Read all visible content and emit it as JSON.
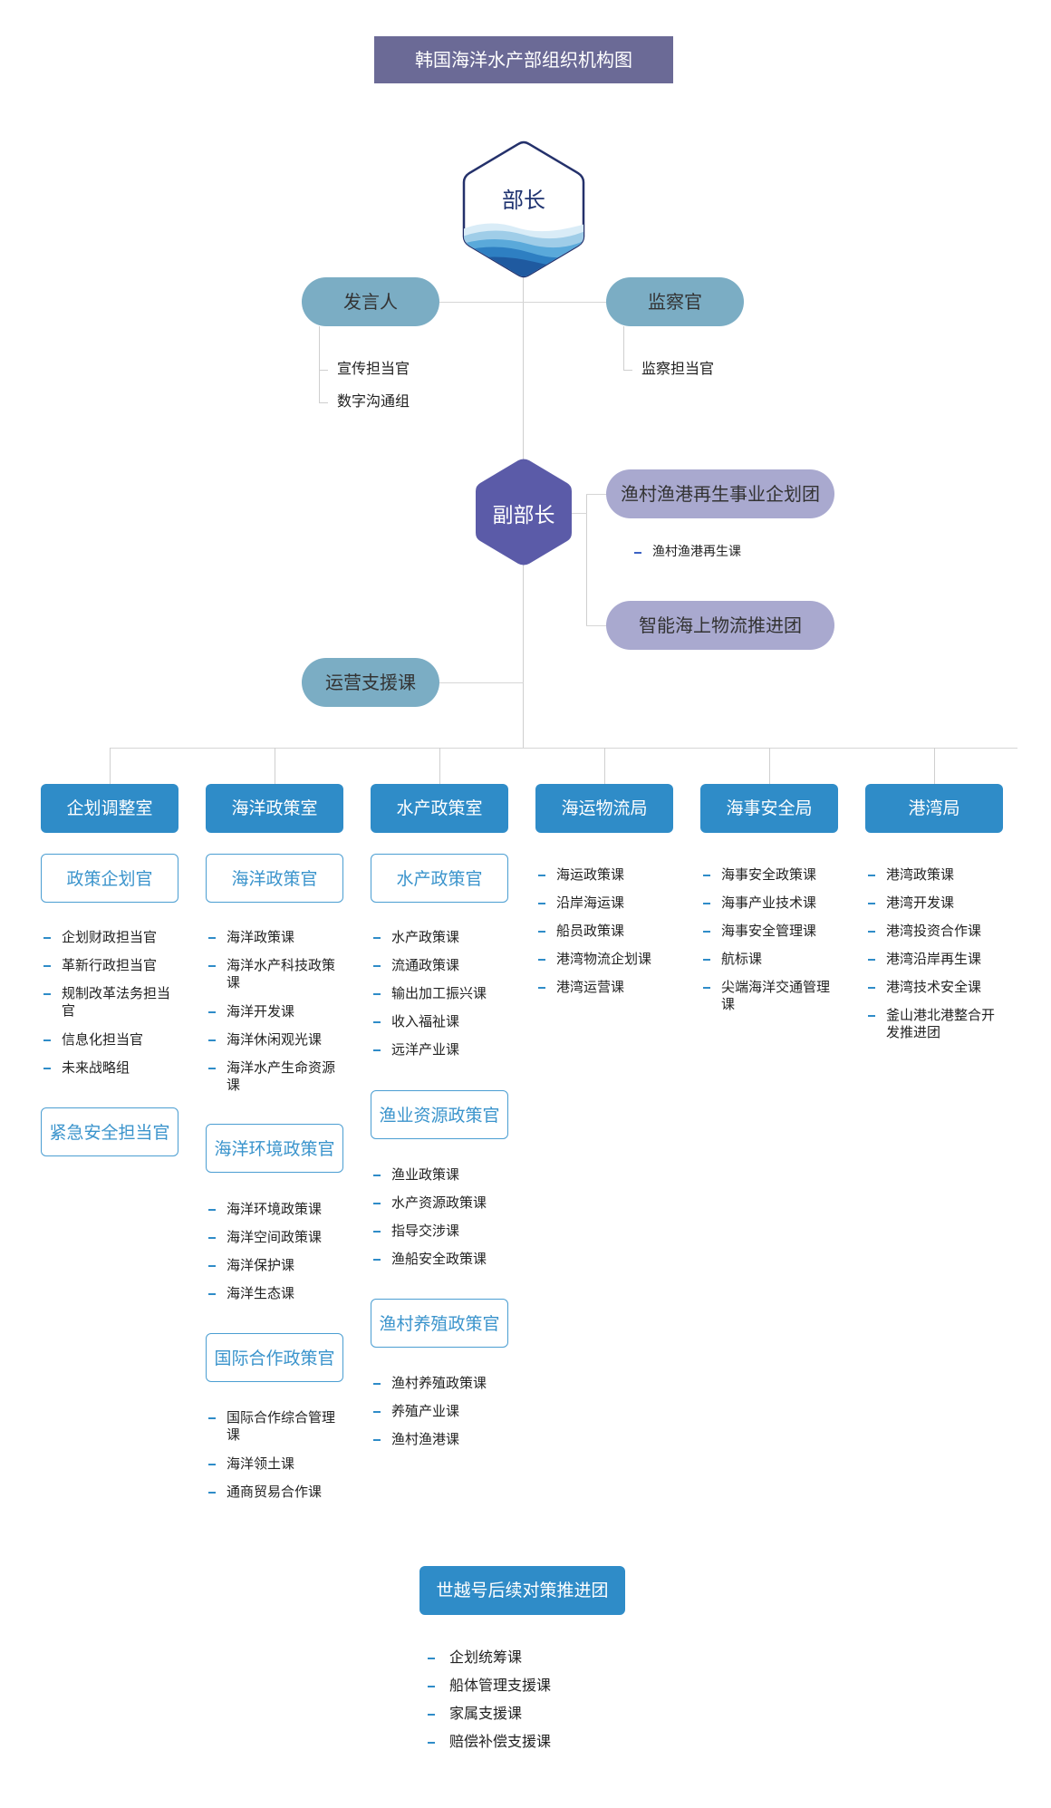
{
  "title": "韩国海洋水产部组织机构图",
  "minister": "部长",
  "vice_minister": "副部长",
  "spokesperson": {
    "label": "发言人",
    "items": [
      "宣传担当官",
      "数字沟通组"
    ]
  },
  "inspector": {
    "label": "监察官",
    "items": [
      "监察担当官"
    ]
  },
  "fishing_village_team": {
    "label": "渔村渔港再生事业企划团",
    "items": [
      "渔村渔港再生课"
    ]
  },
  "smart_logistics_team": {
    "label": "智能海上物流推进团"
  },
  "operations": {
    "label": "运营支援课"
  },
  "departments": [
    {
      "label": "企划调整室",
      "groups": [
        {
          "label": "政策企划官",
          "items": [
            "企划财政担当官",
            "革新行政担当官",
            "规制改革法务担当官",
            "信息化担当官",
            "未来战略组"
          ]
        },
        {
          "label": "紧急安全担当官",
          "items": []
        }
      ]
    },
    {
      "label": "海洋政策室",
      "groups": [
        {
          "label": "海洋政策官",
          "items": [
            "海洋政策课",
            "海洋水产科技政策课",
            "海洋开发课",
            "海洋休闲观光课",
            "海洋水产生命资源课"
          ]
        },
        {
          "label": "海洋环境政策官",
          "items": [
            "海洋环境政策课",
            "海洋空间政策课",
            "海洋保护课",
            "海洋生态课"
          ]
        },
        {
          "label": "国际合作政策官",
          "items": [
            "国际合作综合管理课",
            "海洋领土课",
            "通商贸易合作课"
          ]
        }
      ]
    },
    {
      "label": "水产政策室",
      "groups": [
        {
          "label": "水产政策官",
          "items": [
            "水产政策课",
            "流通政策课",
            "输出加工振兴课",
            "收入福祉课",
            "远洋产业课"
          ]
        },
        {
          "label": "渔业资源政策官",
          "items": [
            "渔业政策课",
            "水产资源政策课",
            "指导交涉课",
            "渔船安全政策课"
          ]
        },
        {
          "label": "渔村养殖政策官",
          "items": [
            "渔村养殖政策课",
            "养殖产业课",
            "渔村渔港课"
          ]
        }
      ]
    },
    {
      "label": "海运物流局",
      "items": [
        "海运政策课",
        "沿岸海运课",
        "船员政策课",
        "港湾物流企划课",
        "港湾运营课"
      ]
    },
    {
      "label": "海事安全局",
      "items": [
        "海事安全政策课",
        "海事产业技术课",
        "海事安全管理课",
        "航标课",
        "尖端海洋交通管理课"
      ]
    },
    {
      "label": "港湾局",
      "items": [
        "港湾政策课",
        "港湾开发课",
        "港湾投资合作课",
        "港湾沿岸再生课",
        "港湾技术安全课",
        "釜山港北港整合开发推进团"
      ]
    }
  ],
  "sewol": {
    "label": "世越号后续对策推进团",
    "items": [
      "企划统筹课",
      "船体管理支援课",
      "家属支援课",
      "赔偿补偿支援课"
    ]
  },
  "colors": {
    "title_bg": "#6b6a96",
    "dept_blue": "#2f8cc8",
    "teal": "#7badc4",
    "lavender": "#a9a9cf",
    "vice_hex": "#5b5ba8"
  }
}
